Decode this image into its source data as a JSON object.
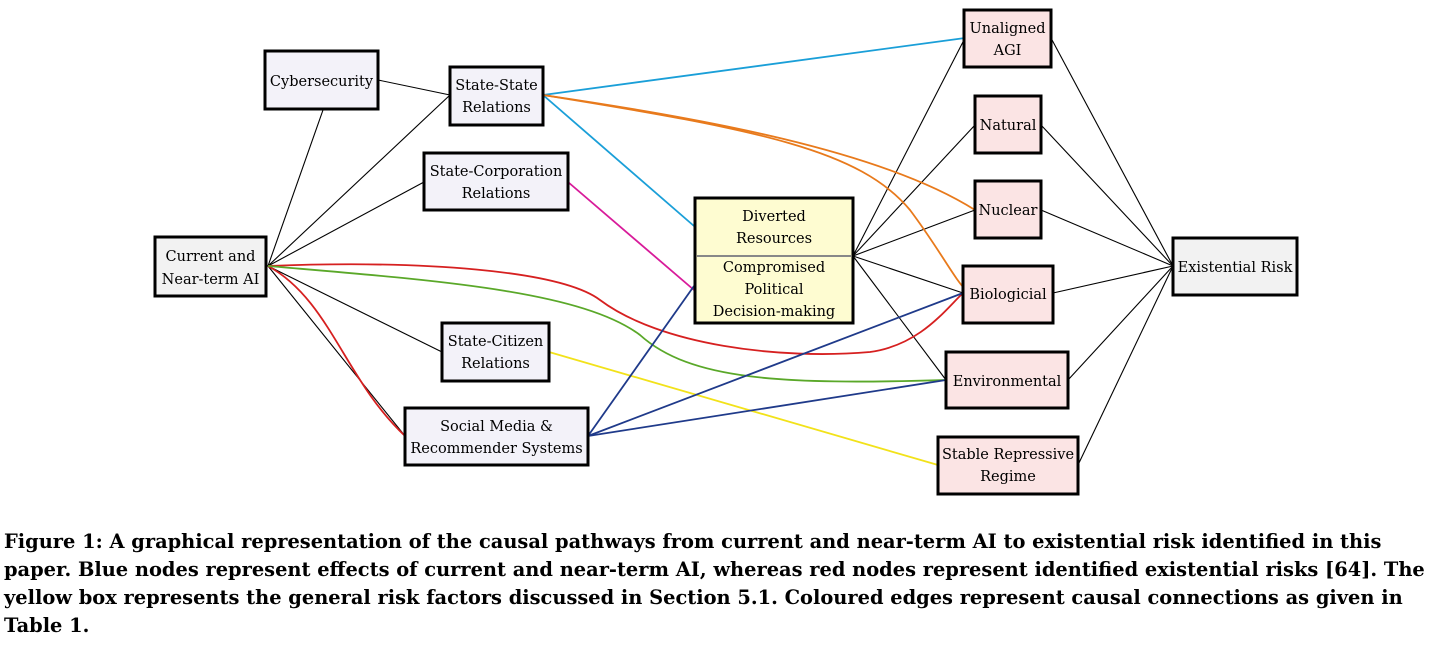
{
  "nodes": {
    "cybersecurity": {
      "lines": [
        "Cybersecurity"
      ],
      "kind": "blue"
    },
    "state_state": {
      "lines": [
        "State-State",
        "Relations"
      ],
      "kind": "blue"
    },
    "state_corp": {
      "lines": [
        "State-Corporation",
        "Relations"
      ],
      "kind": "blue"
    },
    "current_ai": {
      "lines": [
        "Current and",
        "Near-term AI"
      ],
      "kind": "gray"
    },
    "state_citizen": {
      "lines": [
        "State-Citizen",
        "Relations"
      ],
      "kind": "blue"
    },
    "social_media": {
      "lines": [
        "Social Media &",
        "Recommender Systems"
      ],
      "kind": "blue"
    },
    "risk_factors": {
      "top_lines": [
        "Diverted",
        "Resources"
      ],
      "bottom_lines": [
        "Compromised",
        "Political",
        "Decision-making"
      ],
      "kind": "yellow"
    },
    "unaligned_agi": {
      "lines": [
        "Unaligned",
        "AGI"
      ],
      "kind": "red"
    },
    "natural": {
      "lines": [
        "Natural"
      ],
      "kind": "red"
    },
    "nuclear": {
      "lines": [
        "Nuclear"
      ],
      "kind": "red"
    },
    "biological": {
      "lines": [
        "Biologicial"
      ],
      "kind": "red"
    },
    "environmental": {
      "lines": [
        "Environmental"
      ],
      "kind": "red"
    },
    "stable_regime": {
      "lines": [
        "Stable Repressive",
        "Regime"
      ],
      "kind": "red"
    },
    "existential_risk": {
      "lines": [
        "Existential Risk"
      ],
      "kind": "gray"
    }
  },
  "edge_colors": {
    "black": "#000000",
    "blue": "#1a9fd8",
    "orange": "#e87a1c",
    "magenta": "#d81b9a",
    "red": "#d62020",
    "green": "#5aa829",
    "yellow": "#f2e21a",
    "navy": "#1f3a8a"
  },
  "node_colors": {
    "blue": "#f3f2f9",
    "red": "#fbe4e4",
    "gray": "#f2f2f2",
    "yellow": "#fefcd1"
  },
  "caption": "Figure 1: A graphical representation of the causal pathways from current and near-term AI to existential risk identified in this paper. Blue nodes represent effects of current and near-term AI, whereas red nodes represent identified existential risks [64]. The yellow box represents the general risk factors discussed in Section 5.1. Coloured edges represent causal connections as given in Table 1."
}
